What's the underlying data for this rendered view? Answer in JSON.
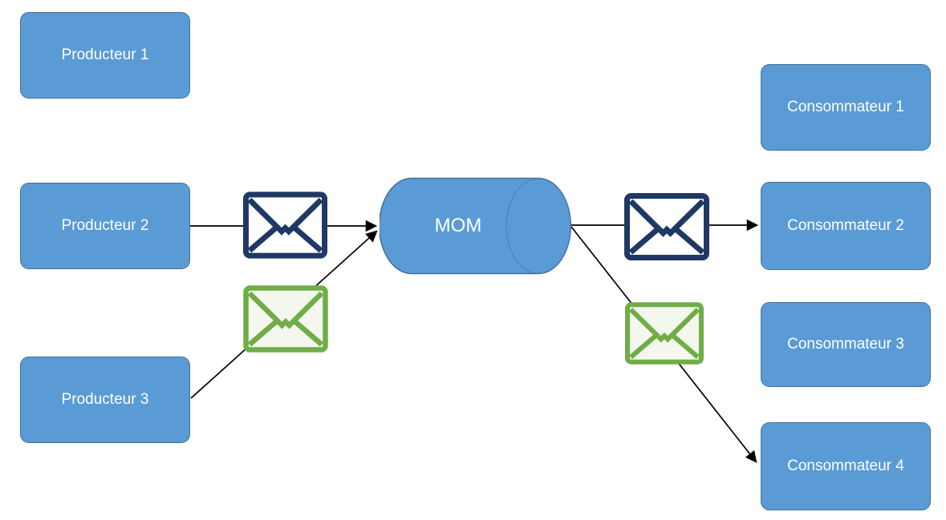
{
  "diagram": {
    "type": "message-oriented-middleware-flow",
    "background_color": "#ffffff",
    "node_fill_color": "#5b9bd5",
    "node_border_color": "#41719c",
    "node_text_color": "#ffffff",
    "arrow_color": "#000000",
    "producers": [
      {
        "label": "Producteur 1"
      },
      {
        "label": "Producteur 2"
      },
      {
        "label": "Producteur 3"
      }
    ],
    "middleware": {
      "label": "MOM",
      "shape": "horizontal-cylinder"
    },
    "consumers": [
      {
        "label": "Consommateur 1"
      },
      {
        "label": "Consommateur 2"
      },
      {
        "label": "Consommateur 3"
      },
      {
        "label": "Consommateur 4"
      }
    ],
    "messages": [
      {
        "icon": "envelope-icon",
        "color": "#1f3864",
        "fill": "#ffffff",
        "position": "between Producteur 2 and MOM"
      },
      {
        "icon": "envelope-icon",
        "color": "#70ad47",
        "fill": "#f3f7ee",
        "position": "between Producteur 3 and MOM"
      },
      {
        "icon": "envelope-icon",
        "color": "#1f3864",
        "fill": "#ffffff",
        "position": "between MOM and Consommateur 2"
      },
      {
        "icon": "envelope-icon",
        "color": "#70ad47",
        "fill": "#f3f7ee",
        "position": "between MOM and Consommateur 4"
      }
    ],
    "edges": [
      {
        "from": "Producteur 2",
        "to": "MOM"
      },
      {
        "from": "Producteur 3",
        "to": "MOM"
      },
      {
        "from": "MOM",
        "to": "Consommateur 2"
      },
      {
        "from": "MOM",
        "to": "Consommateur 4"
      }
    ]
  }
}
